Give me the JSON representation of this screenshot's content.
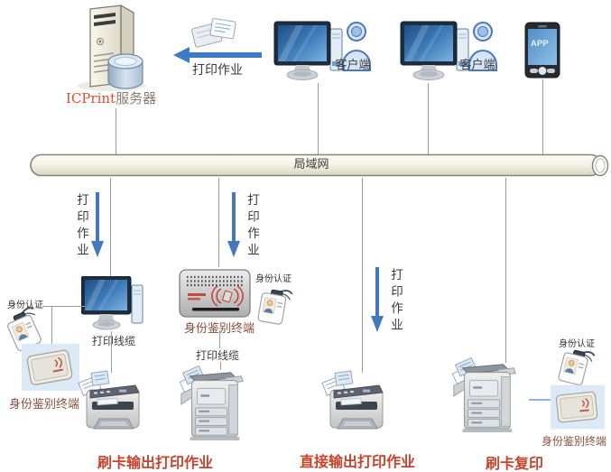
{
  "colors": {
    "arrow_blue": "#4479bd",
    "caption_red": "#c7432b",
    "terminal_label_maroon": "#8a4f3d",
    "brand_red": "#dd4f2e",
    "brand_suffix_gray": "#8c7a6e",
    "line_gray": "#9b9b9b",
    "reader_bg_blue": "#dce9f6"
  },
  "top": {
    "server": {
      "brand": "ICPrint",
      "suffix": "服务器"
    },
    "print_job_label": "打印作业",
    "client1_label": "客户端",
    "client2_label": "客户端",
    "phone_screen_label": "APP"
  },
  "lan": {
    "label": "局域网"
  },
  "branch1": {
    "arrow_label": "打印作业",
    "auth_label": "身份认证",
    "terminal_label": "身份鉴别终端",
    "cable_label": "打印线缆",
    "caption": "刷卡输出打印作业"
  },
  "branch2": {
    "arrow_label": "打印作业",
    "auth_label": "身份认证",
    "terminal_label": "身份鉴别终端",
    "cable_label": "打印线缆"
  },
  "branch3": {
    "arrow_label": "打印作业",
    "caption": "直接输出打印作业"
  },
  "branch4": {
    "auth_label": "身份认证",
    "terminal_label": "身份鉴别终端",
    "caption": "刷卡复印"
  }
}
